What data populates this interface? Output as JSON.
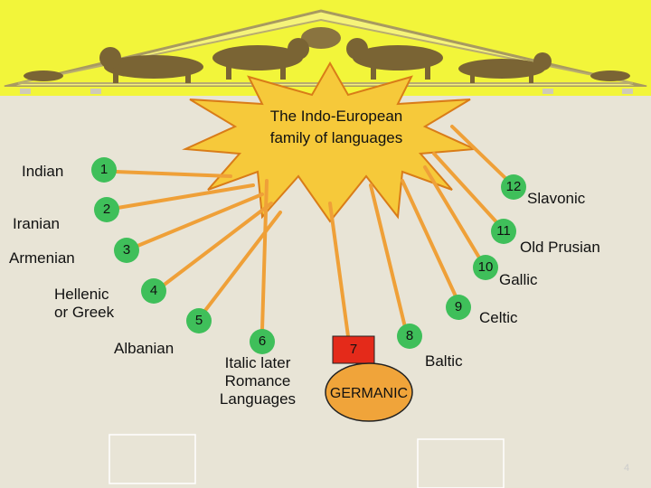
{
  "title": [
    "The Indo-European",
    "family of languages"
  ],
  "colors": {
    "banner": "#f2f53a",
    "frieze": "#7a6434",
    "star": "#f6c93a",
    "star_stroke": "#d97c18",
    "circle": "#3fbf5a",
    "lines": "#efa038",
    "germanic": "#f0a43a",
    "box7": "#e42a1a"
  },
  "branches": [
    {
      "num": "1",
      "label": [
        "Indian"
      ]
    },
    {
      "num": "2",
      "label": [
        "Iranian"
      ]
    },
    {
      "num": "3",
      "label": [
        "Armenian"
      ]
    },
    {
      "num": "4",
      "label": [
        "Hellenic",
        "or Greek"
      ]
    },
    {
      "num": "5",
      "label": [
        "Albanian"
      ]
    },
    {
      "num": "6",
      "label": [
        "Italic later",
        "Romance",
        "Languages"
      ]
    },
    {
      "num": "7",
      "label": [
        ""
      ]
    },
    {
      "num": "8",
      "label": [
        "Baltic"
      ]
    },
    {
      "num": "9",
      "label": [
        "Celtic"
      ]
    },
    {
      "num": "10",
      "label": [
        "Gallic"
      ]
    },
    {
      "num": "11",
      "label": [
        "Old Prusian"
      ]
    },
    {
      "num": "12",
      "label": [
        "Slavonic"
      ]
    }
  ],
  "germanic": "GERMANIC",
  "page_number": "4"
}
